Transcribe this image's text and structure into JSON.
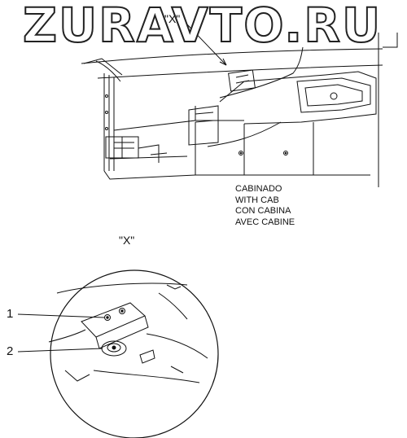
{
  "watermark": "ZURAVTO.RU",
  "view_label_top": "\"X\"",
  "view_label_detail": "\"X\"",
  "caption_lines": [
    "CABINADO",
    "WITH CAB",
    "CON CABINA",
    "AVEC CABINE"
  ],
  "callouts": [
    "1",
    "2"
  ],
  "colors": {
    "ink": "#111111",
    "paper": "#ffffff"
  }
}
